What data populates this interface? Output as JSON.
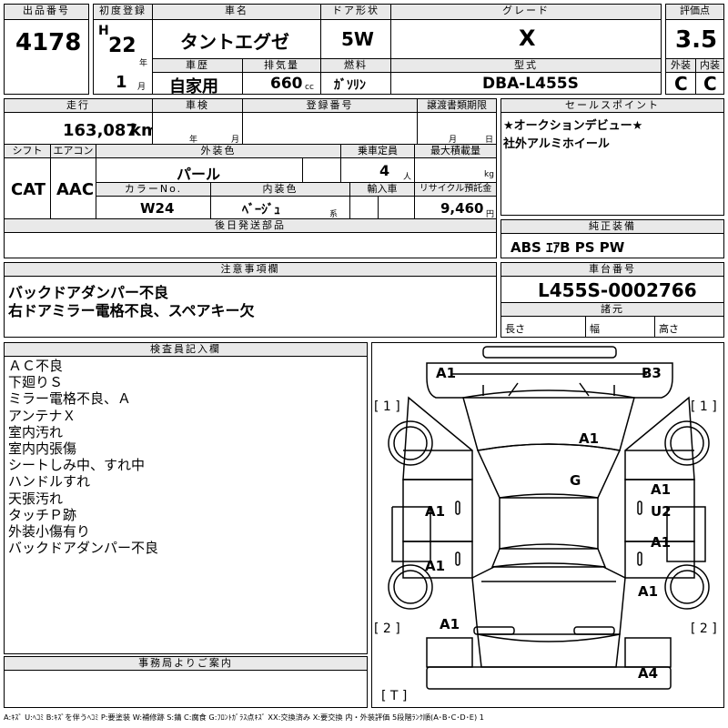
{
  "header": {
    "lot_label": "出品番号",
    "lot": "4178",
    "reg_label": "初度登録",
    "era": "H",
    "year": "22",
    "year_unit": "年",
    "month": "1",
    "month_unit": "月",
    "name_label": "車名",
    "name": "タントエグゼ",
    "door_label": "ドア形状",
    "door": "5W",
    "grade_label": "グレード",
    "grade": "X",
    "score_label": "評価点",
    "score": "3.5",
    "history_label": "車歴",
    "history": "自家用",
    "disp_label": "排気量",
    "disp": "660",
    "disp_unit": "cc",
    "fuel_label": "燃料",
    "fuel": "ｶﾞｿﾘﾝ",
    "model_label": "型式",
    "model": "DBA-L455S",
    "ext_label": "外装",
    "ext": "C",
    "int_label": "内装",
    "int": "C"
  },
  "mid": {
    "mileage_label": "走行",
    "mileage": "163,087",
    "mileage_unit": "km",
    "inspection_label": "車検",
    "insp_year_unit": "年",
    "insp_month_unit": "月",
    "regno_label": "登録番号",
    "transfer_label": "譲渡書類期限",
    "transfer_month_unit": "月",
    "transfer_day_unit": "日",
    "shift_label": "シフト",
    "shift": "CAT",
    "ac_label": "エアコン",
    "ac": "AAC",
    "color_label": "外装色",
    "color": "パール",
    "seats_label": "乗車定員",
    "seats": "4",
    "seats_unit": "人",
    "load_label": "最大積載量",
    "load_unit": "kg",
    "colorno_label": "カラーNo.",
    "colorno": "W24",
    "intcolor_label": "内装色",
    "intcolor": "ﾍﾞｰｼﾞｭ",
    "intcolor_unit": "系",
    "import_label": "輸入車",
    "recycle_label": "リサイクル預託金",
    "recycle": "9,460",
    "recycle_unit": "円",
    "later_label": "後日発送部品"
  },
  "sales": {
    "label": "セールスポイント",
    "lines": [
      "★オークションデビュー★",
      "社外アルミホイール"
    ]
  },
  "equip": {
    "label": "純正装備",
    "value": "ABS ｴｱB PS PW"
  },
  "notes": {
    "label": "注意事項欄",
    "lines": [
      "バックドアダンパー不良",
      "右ドアミラー電格不良、スペアキー欠"
    ]
  },
  "chassis": {
    "label": "車台番号",
    "value": "L455S-0002766",
    "dims_label": "諸元",
    "length_label": "長さ",
    "width_label": "幅",
    "height_label": "高さ"
  },
  "inspector": {
    "label": "検査員記入欄",
    "lines": [
      "ＡＣ不良",
      "下廻りＳ",
      "ミラー電格不良、Ａ",
      "アンテナＸ",
      "室内汚れ",
      "室内内張傷",
      "シートしみ中、すれ中",
      "ハンドルすれ",
      "天張汚れ",
      "タッチＰ跡",
      "外装小傷有り",
      "バックドアダンパー不良"
    ]
  },
  "office": {
    "label": "事務局よりご案内"
  },
  "diagram": {
    "marks": [
      "A1",
      "B3",
      "A1",
      "G",
      "A1",
      "U2",
      "A1",
      "A1",
      "A1",
      "A1",
      "A1",
      "A1",
      "A4"
    ],
    "tire_labels": [
      "1",
      "1",
      "2",
      "2",
      "T"
    ]
  },
  "legend": "A:ｷｽﾞ U:ﾍｺﾐ B:ｷｽﾞを伴うﾍｺﾐ P:要塗装 W:補修跡 S:錆 C:腐食 G:ﾌﾛﾝﾄｶﾞﾗｽ点ｷｽﾞ XX:交換済み X:要交換 内・外装評価 5段階ﾗﾝｸ順(A･B･C･D･E) 1"
}
